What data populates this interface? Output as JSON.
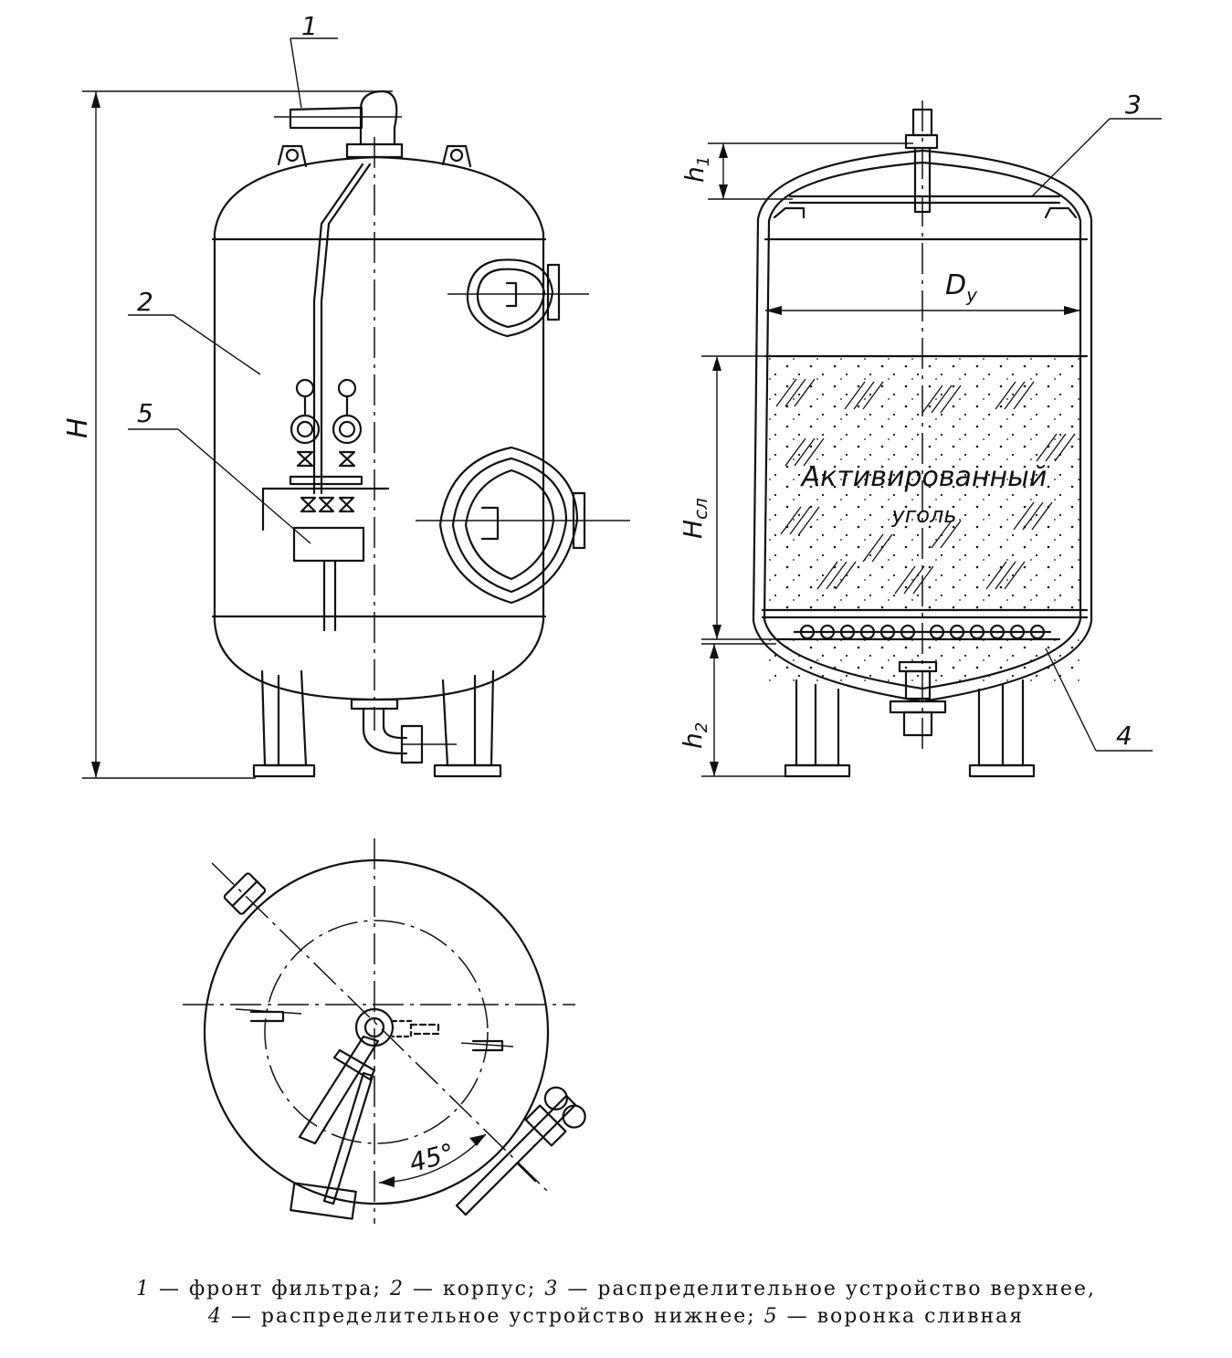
{
  "labels": {
    "callout_1": "1",
    "callout_2": "2",
    "callout_3": "3",
    "callout_4": "4",
    "callout_5": "5",
    "dim_H": "H",
    "dim_h1": "h",
    "dim_h1_sub": "1",
    "dim_h2": "h",
    "dim_h2_sub": "2",
    "dim_Dy": "D",
    "dim_Dy_sub": "y",
    "dim_Hsl": "H",
    "dim_Hsl_sub": "сл",
    "media_line1": "Активированный",
    "media_line2": "уголь",
    "angle": "45°"
  },
  "caption": {
    "line1": [
      {
        "num": "1",
        "text": " — фронт фильтра; "
      },
      {
        "num": "2",
        "text": " — корпус; "
      },
      {
        "num": "3",
        "text": " — распределительное устройство верхнее,"
      }
    ],
    "line2": [
      {
        "num": "4",
        "text": " — распределительное устройство нижнее; "
      },
      {
        "num": "5",
        "text": " — воронка сливная"
      }
    ]
  }
}
